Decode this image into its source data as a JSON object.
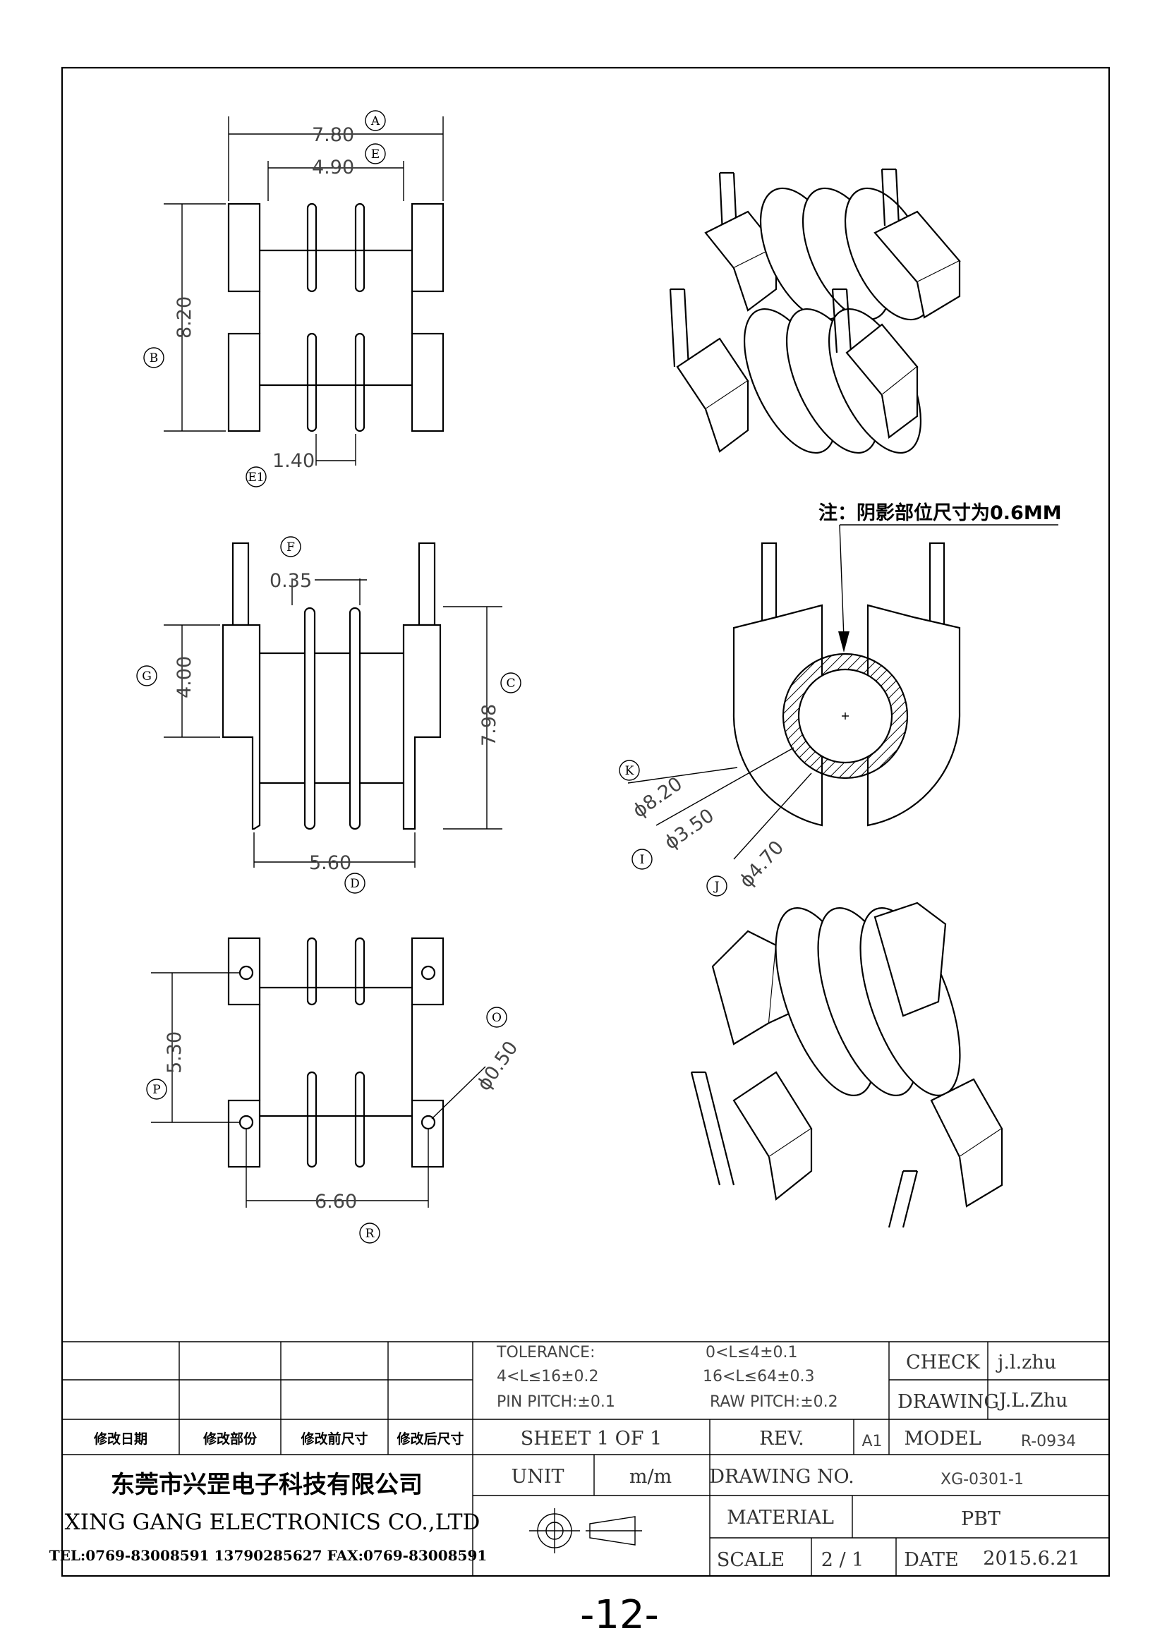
{
  "dimensions": {
    "A": {
      "label": "A",
      "value": "7.80"
    },
    "E": {
      "label": "E",
      "value": "4.90"
    },
    "B": {
      "label": "B",
      "value": "8.20"
    },
    "E1": {
      "label": "E1",
      "value": "1.40"
    },
    "F": {
      "label": "F",
      "value": "0.35"
    },
    "G": {
      "label": "G",
      "value": "4.00"
    },
    "C": {
      "label": "C",
      "value": "7.98"
    },
    "D": {
      "label": "D",
      "value": "5.60"
    },
    "K": {
      "label": "K",
      "value": "ϕ8.20"
    },
    "I": {
      "label": "I",
      "value": "ϕ3.50"
    },
    "J": {
      "label": "J",
      "value": "ϕ4.70"
    },
    "O": {
      "label": "O",
      "value": "ϕ0.50"
    },
    "P": {
      "label": "P",
      "value": "5.30"
    },
    "R": {
      "label": "R",
      "value": "6.60"
    }
  },
  "note": "注：阴影部位尺寸为0.6MM",
  "title_block": {
    "tolerance_label": "TOLERANCE:",
    "tol_1": "0<L≤4±0.1",
    "tol_2": "4<L≤16±0.2",
    "tol_3": "16<L≤64±0.3",
    "tol_4": "PIN PITCH:±0.1",
    "tol_5": "RAW PITCH:±0.2",
    "check_label": "CHECK",
    "check_value": "j.l.zhu",
    "drawing_label": "DRAWING",
    "drawing_value": "J.L.Zhu",
    "rev_headers": [
      "修改日期",
      "修改部份",
      "修改前尺寸",
      "修改后尺寸"
    ],
    "sheet": "SHEET 1 OF 1",
    "rev_label": "REV.",
    "rev_value": "A1",
    "model_label": "MODEL",
    "model_value": "R-0934",
    "unit_label": "UNIT",
    "unit_value": "m/m",
    "drawing_no_label": "DRAWING NO.",
    "drawing_no_value": "XG-0301-1",
    "material_label": "MATERIAL",
    "material_value": "PBT",
    "scale_label": "SCALE",
    "scale_value": "2 / 1",
    "date_label": "DATE",
    "date_value": "2015.6.21",
    "company_cn": "东莞市兴罡电子科技有限公司",
    "company_en": "XING GANG  ELECTRONICS CO.,LTD",
    "company_tel": "TEL:0769-83008591  13790285627 FAX:0769-83008591"
  },
  "page_number": "-12-"
}
